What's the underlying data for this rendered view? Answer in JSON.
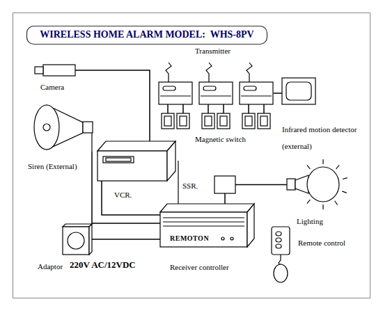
{
  "diagram": {
    "title": "WIRELESS HOME ALARM MODEL:  WHS-8PV",
    "nodes": [
      {
        "text": [
          "Transmitter"
        ]
      },
      {
        "text": [
          "Camera"
        ]
      },
      {
        "text": [
          "Magnetic switch"
        ]
      },
      {
        "text": [
          "Infrared motion detector (external)"
        ]
      },
      {
        "text": [
          "Siren (External)"
        ]
      },
      {
        "text": [
          "VCR."
        ]
      },
      {
        "text": [
          "SSR."
        ]
      },
      {
        "text": [
          "Lighting"
        ]
      },
      {
        "text": [
          "REMOTON",
          "Receiver controller"
        ]
      },
      {
        "text": [
          "Adaptor"
        ]
      },
      {
        "text": [
          "Remote control"
        ]
      }
    ],
    "edges": [
      {
        "from": 0,
        "to": 2,
        "arrow": "none"
      },
      {
        "from": 0,
        "to": 3,
        "arrow": "none"
      },
      {
        "from": 1,
        "to": 5,
        "arrow": "none"
      },
      {
        "from": 4,
        "to": 8,
        "arrow": "none"
      },
      {
        "from": 5,
        "to": 8,
        "arrow": "none"
      },
      {
        "from": 6,
        "to": 8,
        "arrow": "none"
      },
      {
        "from": 6,
        "to": 7,
        "arrow": "none"
      },
      {
        "from": 9,
        "to": 8,
        "arrow": "none"
      }
    ],
    "labels": [
      "220V AC/12VDC"
    ]
  }
}
